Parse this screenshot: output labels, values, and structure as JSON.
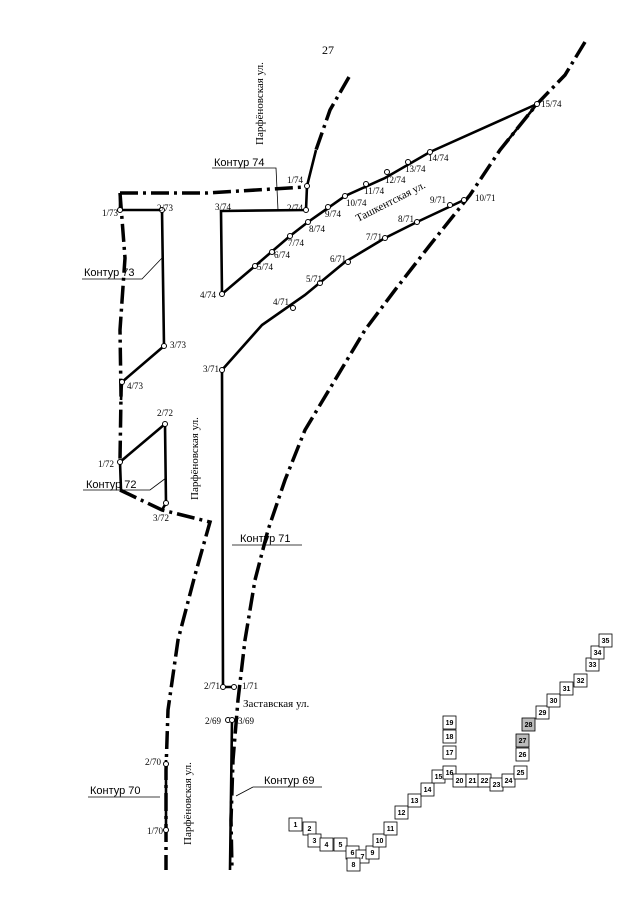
{
  "sheet_number": "27",
  "streets": {
    "parfenovskaya_top": "Парфёновская ул.",
    "parfenovskaya_mid": "Парфёновская ул.",
    "parfenovskaya_bottom": "Парфёновская ул.",
    "tashkentskaya": "Ташкентская ул.",
    "zastavskaya": "Заставская ул."
  },
  "contours": {
    "c74": "Контур 74",
    "c73": "Контур 73",
    "c72": "Контур 72",
    "c71": "Контур 71",
    "c70": "Контур 70",
    "c69": "Контур 69"
  },
  "points": {
    "p1_74": "1/74",
    "p2_74": "2/74",
    "p3_74": "3/74",
    "p4_74": "4/74",
    "p5_74": "5/74",
    "p6_74": "6/74",
    "p7_74": "7/74",
    "p8_74": "8/74",
    "p9_74": "9/74",
    "p10_74": "10/74",
    "p11_74": "11/74",
    "p12_74": "12/74",
    "p13_74": "13/74",
    "p14_74": "14/74",
    "p15_74": "15/74",
    "p1_73": "1/73",
    "p2_73": "2/73",
    "p3_73": "3/73",
    "p4_73": "4/73",
    "p1_72": "1/72",
    "p2_72": "2/72",
    "p3_72": "3/72",
    "p1_71": "1/71",
    "p2_71": "2/71",
    "p3_71": "3/71",
    "p4_71": "4/71",
    "p5_71": "5/71",
    "p6_71": "6/71",
    "p7_71": "7/71",
    "p8_71": "8/71",
    "p9_71": "9/71",
    "p10_71": "10/71",
    "p1_70": "1/70",
    "p2_70": "2/70",
    "p2_69": "2/69",
    "p3_69": "3/69"
  },
  "cells": [
    "1",
    "2",
    "3",
    "4",
    "5",
    "6",
    "7",
    "8",
    "9",
    "10",
    "11",
    "12",
    "13",
    "14",
    "15",
    "16",
    "17",
    "18",
    "19",
    "20",
    "21",
    "22",
    "23",
    "24",
    "25",
    "26",
    "27",
    "28",
    "29",
    "30",
    "31",
    "32",
    "33",
    "34",
    "35"
  ]
}
